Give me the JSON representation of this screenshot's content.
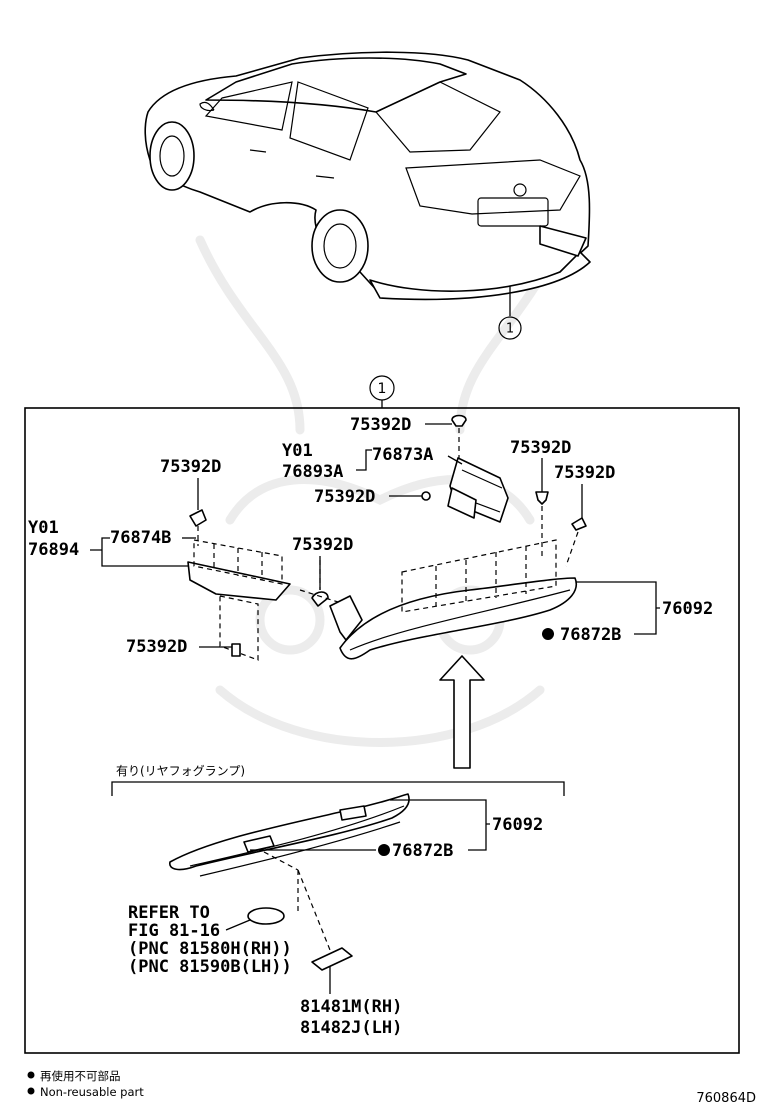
{
  "callout_circle": "1",
  "inset_header": "有り(リヤフォグランプ)",
  "parts": {
    "clip_top": "75392D",
    "clip_right_top": "75392D",
    "clip_right": "75392D",
    "clip_left_top": "75392D",
    "clip_left_mid": "75392D",
    "clip_left_bottom": "75392D",
    "clip_center": "75392D",
    "y01_right": "Y01",
    "part_76893A": "76893A",
    "part_76873A": "76873A",
    "y01_left": "Y01",
    "part_76894": "76894",
    "part_76874B": "76874B",
    "spoiler_main": "76092",
    "emblem_main": "76872B",
    "spoiler_inset": "76092",
    "emblem_inset": "76872B"
  },
  "refer_note": [
    "REFER TO",
    "FIG 81-16",
    "(PNC 81580H(RH))",
    "(PNC 81590B(LH))"
  ],
  "lamp_parts": [
    "81481M(RH)",
    "81482J(LH)"
  ],
  "legend": {
    "jp": "再使用不可部品",
    "en": "Non-reusable part"
  },
  "figure_id": "760864D"
}
